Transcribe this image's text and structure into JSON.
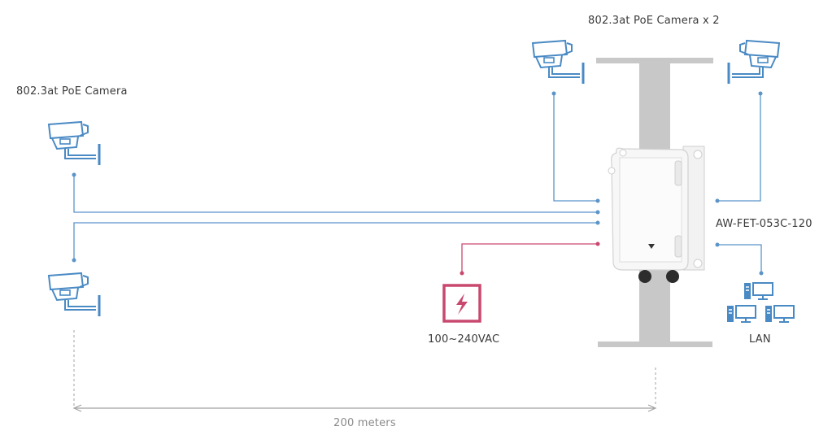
{
  "labels": {
    "camera_single": "802.3at PoE Camera",
    "camera_pair": "802.3at PoE Camera x 2",
    "device_model": "AW-FET-053C-120",
    "power": "100~240VAC",
    "lan": "LAN",
    "distance": "200 meters"
  },
  "colors": {
    "cable": "#5b94c9",
    "power": "#c9486f",
    "pole": "#c8c8c8",
    "dimension": "#a0a0a0",
    "icon": "#4a8ac4"
  },
  "icons": {
    "camera": "bullet-camera-icon",
    "power": "lightning-bolt-icon",
    "network": "computers-network-icon",
    "device": "outdoor-poe-switch-enclosure"
  }
}
